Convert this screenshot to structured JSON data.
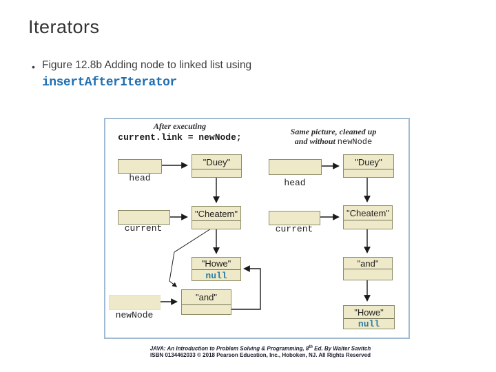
{
  "slide": {
    "title": "Iterators",
    "bullet_text": "Figure 12.8b Adding node to linked list using",
    "bullet_glyph": "•",
    "code_term": "insertAfterIterator"
  },
  "figure": {
    "left": {
      "caption1": "After executing",
      "caption2": "current.link = newNode;",
      "head_label": "head",
      "current_label": "current",
      "newnode_label": "newNode",
      "node_duey": "\"Duey\"",
      "node_cheatem": "\"Cheatem\"",
      "node_howe": "\"Howe\"",
      "node_and": "\"and\"",
      "null_text": "null"
    },
    "right": {
      "caption1": "Same picture, cleaned up",
      "caption2_italic": "and without",
      "caption2_code": "newNode",
      "head_label": "head",
      "current_label": "current",
      "node_duey": "\"Duey\"",
      "node_cheatem": "\"Cheatem\"",
      "node_and": "\"and\"",
      "node_howe": "\"Howe\"",
      "null_text": "null"
    }
  },
  "footer": {
    "line1a": "JAVA: An Introduction to Problem Solving & Programming, 8",
    "line1sup": "th",
    "line1b": " Ed. By Walter Savitch",
    "line2": "ISBN 0134462033 © 2018 Pearson Education, Inc., Hoboken, NJ. All Rights Reserved"
  },
  "colors": {
    "code_blue": "#1f6fb2",
    "null_teal": "#2e7ca3",
    "figure_border": "#a0bad2",
    "node_fill": "#eee9c8",
    "node_border": "#8c8c66",
    "arrow": "#1a1a1a"
  }
}
